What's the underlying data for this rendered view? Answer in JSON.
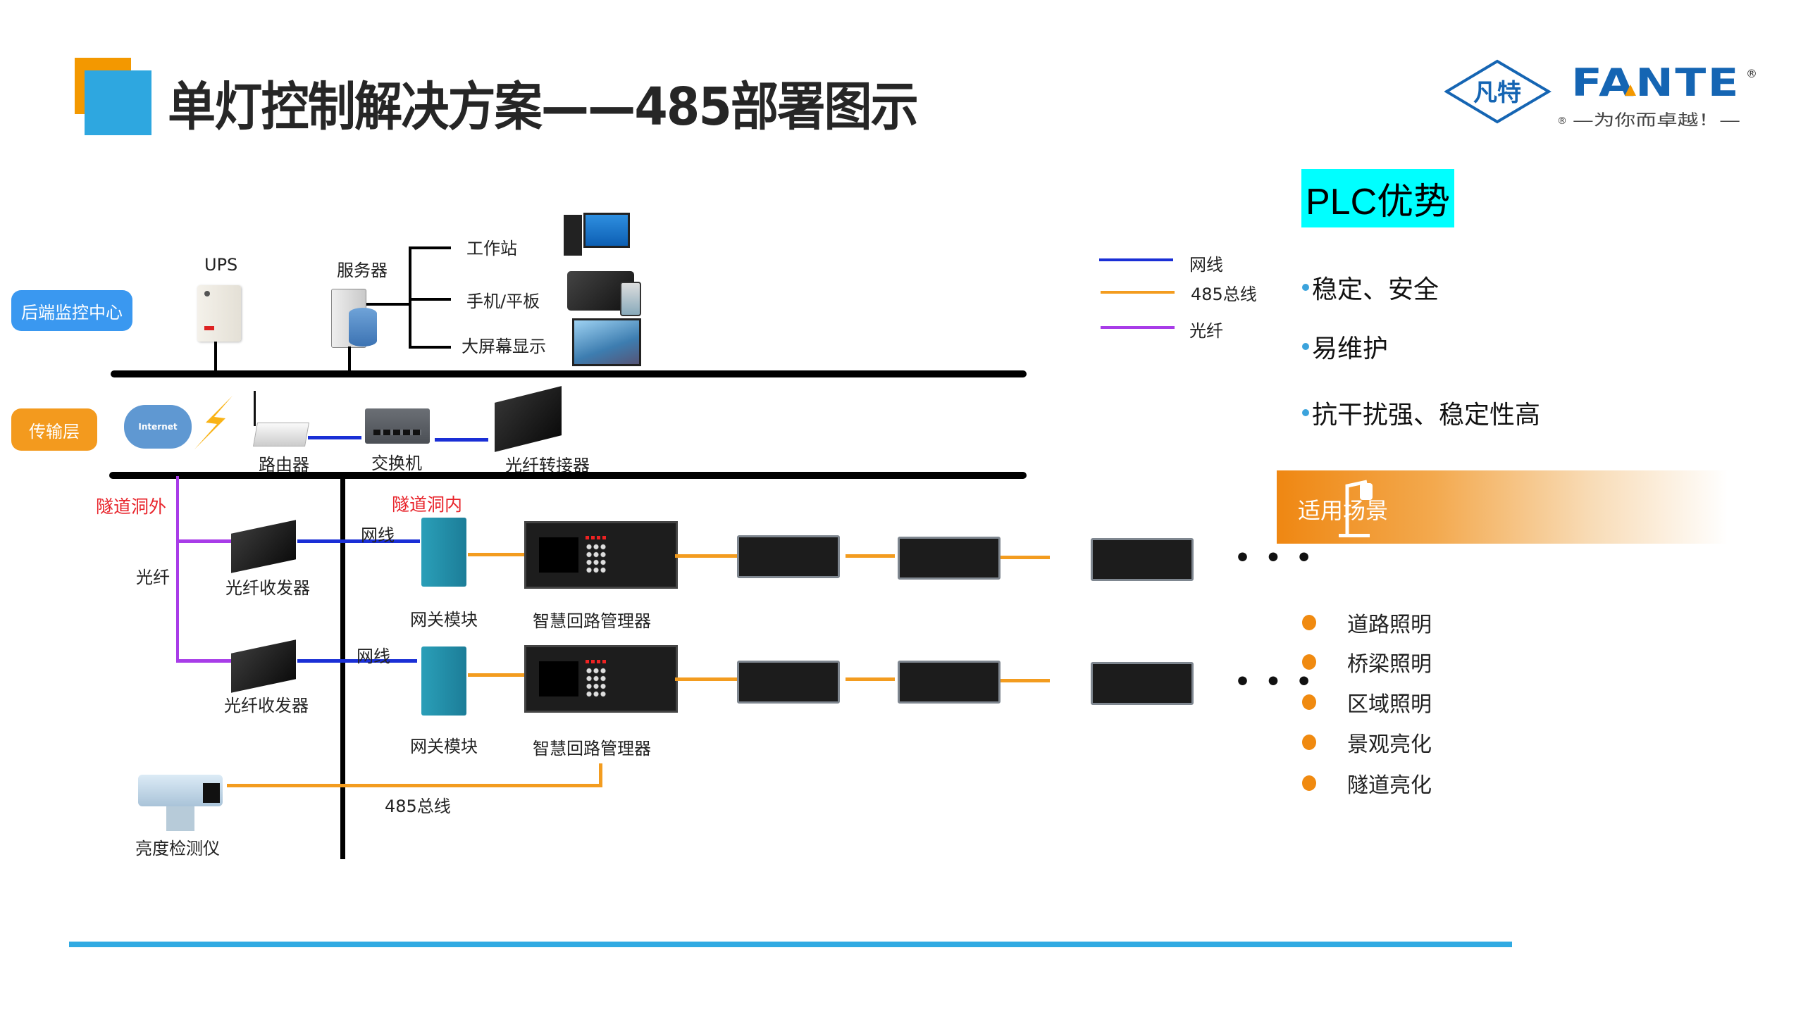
{
  "header": {
    "title": "单灯控制解决方案——485部署图示",
    "accent_colors": {
      "orange": "#f39800",
      "blue": "#2ea7e0"
    }
  },
  "logo": {
    "cn_name": "凡特",
    "brand": "FANTE",
    "slogan": "—为你而卓越！—",
    "registered": "®",
    "brand_color": "#1565b3",
    "accent_color": "#f39800"
  },
  "diagram": {
    "layers": {
      "backend": "后端监控中心",
      "transport": "传输层"
    },
    "backend_devices": {
      "ups": "UPS",
      "server": "服务器",
      "workstation": "工作站",
      "mobile": "手机/平板",
      "big_screen": "大屏幕显示"
    },
    "transport_devices": {
      "internet": "Internet",
      "router": "路由器",
      "switch": "交换机",
      "fiber_converter": "光纤转接器"
    },
    "zones": {
      "outside": "隧道洞外",
      "inside": "隧道洞内"
    },
    "field": {
      "fiber_label": "光纤",
      "transceiver": "光纤收发器",
      "netline": "网线",
      "gateway": "网关模块",
      "loop_manager": "智慧回路管理器",
      "bus485": "485总线",
      "luminance_meter": "亮度检测仪",
      "continuation": "• • •"
    }
  },
  "legend": [
    {
      "label": "网线",
      "color": "#1a2fd6"
    },
    {
      "label": "485总线",
      "color": "#f39c1f"
    },
    {
      "label": "光纤",
      "color": "#a83ce8"
    }
  ],
  "plc": {
    "title": "PLC优势",
    "advantages": [
      "稳定、安全",
      "易维护",
      "抗干扰强、稳定性高"
    ]
  },
  "scenes": {
    "title": "适用场景",
    "items": [
      "道路照明",
      "桥梁照明",
      "区域照明",
      "景观亮化",
      "隧道亮化"
    ]
  }
}
